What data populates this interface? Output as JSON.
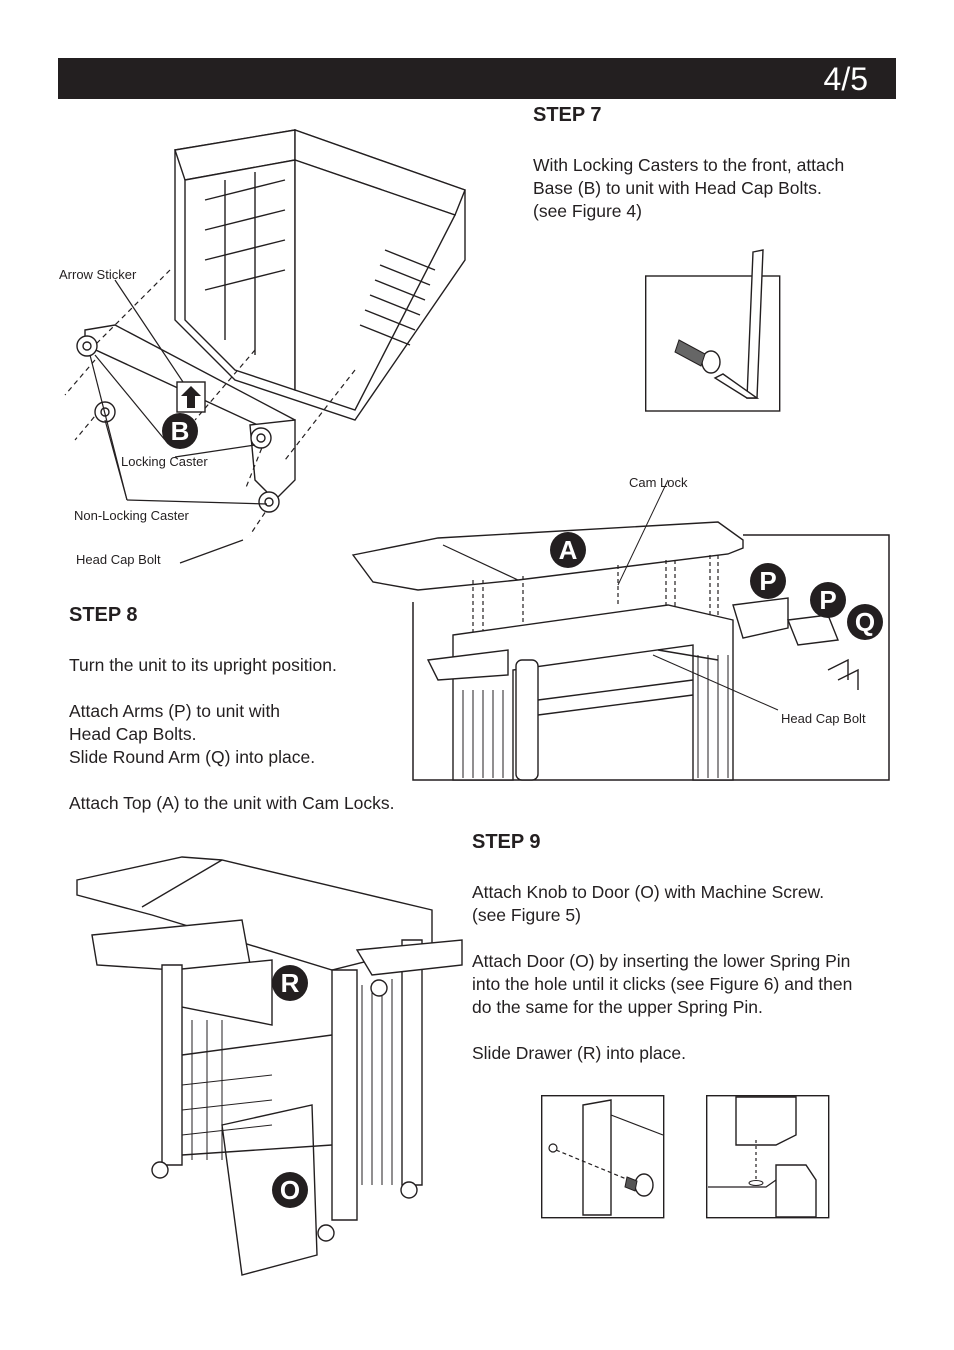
{
  "page": {
    "number": "4/5"
  },
  "step7": {
    "title": "STEP 7",
    "body": "With Locking Casters to the front, attach\nBase (B) to unit with Head Cap Bolts.\n(see Figure 4)",
    "callouts": {
      "arrow_sticker": "Arrow Sticker",
      "locking_caster": "Locking Caster",
      "non_locking_caster": "Non-Locking Caster",
      "head_cap_bolt": "Head Cap Bolt"
    },
    "badge": "B"
  },
  "step8": {
    "title": "STEP 8",
    "body": "Turn the unit to its upright position.\n\nAttach Arms (P) to unit with\nHead Cap Bolts.\nSlide Round Arm (Q) into place.\n\nAttach Top (A) to the unit with Cam Locks.",
    "callouts": {
      "cam_lock": "Cam Lock",
      "head_cap_bolt": "Head Cap Bolt"
    },
    "badges": {
      "top": "A",
      "arm1": "P",
      "arm2": "P",
      "round_arm": "Q"
    }
  },
  "step9": {
    "title": "STEP 9",
    "body": "Attach Knob to Door (O) with Machine Screw.\n(see Figure 5)\n\nAttach Door (O) by inserting the lower Spring Pin\ninto the hole until it clicks (see Figure 6) and then\ndo the same for the upper Spring Pin.\n\nSlide Drawer (R) into place.",
    "badges": {
      "drawer": "R",
      "door": "O"
    }
  }
}
